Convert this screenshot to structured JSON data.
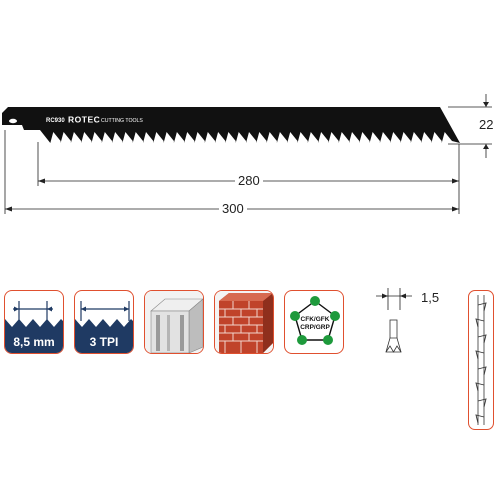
{
  "blade": {
    "model": "RC930",
    "brand": "ROTEC",
    "tagline": "CUTTING TOOLS"
  },
  "dimensions": {
    "height": "22",
    "working_length": "280",
    "total_length": "300",
    "thickness": "1,5"
  },
  "features": {
    "tooth_pitch": "8,5 mm",
    "tpi": "3 TPI",
    "materials_label_top": "CFK/GFK",
    "materials_label_bottom": "CRP/GRP"
  },
  "icons": [
    "tooth-pitch-icon",
    "tpi-icon",
    "aerated-concrete-icon",
    "brick-wall-icon",
    "fiber-composite-icon",
    "thickness-icon",
    "tooth-profile-icon"
  ],
  "colors": {
    "accent": "#e0502f",
    "blade": "#111111",
    "navy": "#1f3a63",
    "brick": "#c0432a",
    "green": "#1e9a3c"
  }
}
